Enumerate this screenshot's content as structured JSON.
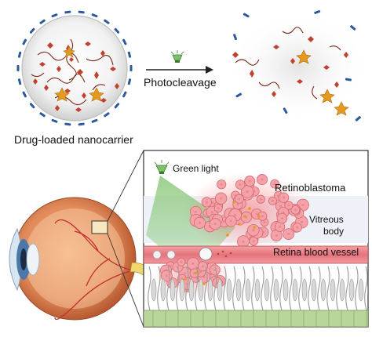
{
  "labels": {
    "nanocarrier": "Drug-loaded nanocarrier",
    "photocleavage": "Photocleavage",
    "green_light": "Green light",
    "retinoblastoma": "Retinoblastoma",
    "vitreous_line1": "Vitreous",
    "vitreous_line2": "body",
    "retina_vessel": "Retina blood vessel"
  },
  "colors": {
    "drug_diamond": "#c2402c",
    "polymer_chain": "#7a2a1a",
    "star_drug": "#e39a1e",
    "pendant_blue": "#2c5a9c",
    "green_light": "#7cc26a",
    "tumor_cell": "#f4a2a8",
    "vessel": "#e36b73",
    "retina_cell": "#d3d3d3",
    "rpe_layer": "#b8d69a"
  },
  "icons": [
    "lamp-icon",
    "nanocarrier-sphere",
    "eye-illustration",
    "zoom-inset"
  ]
}
